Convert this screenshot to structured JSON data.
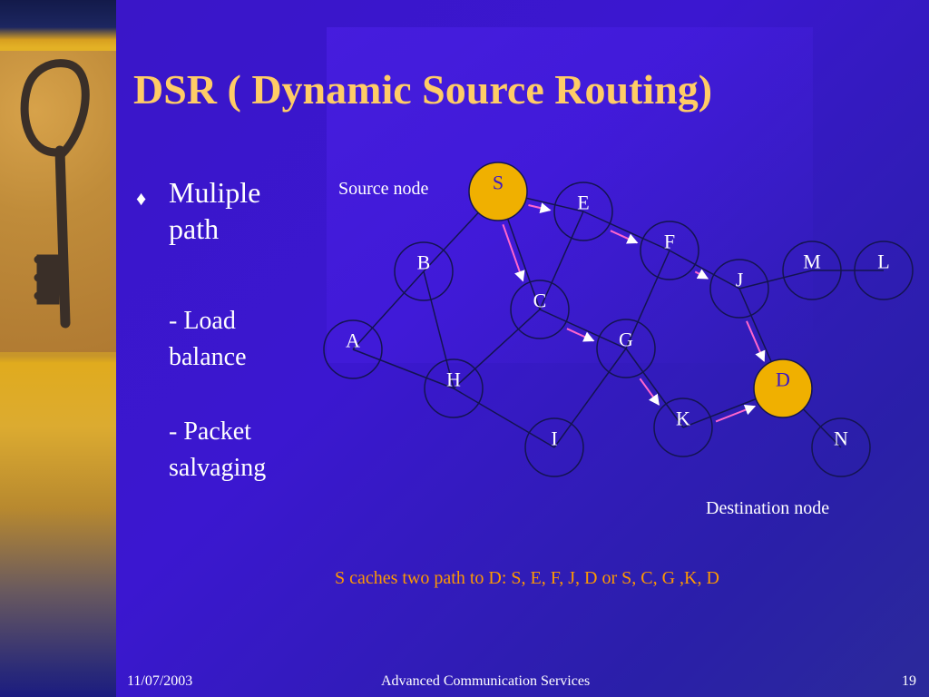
{
  "slide": {
    "title": "DSR ( Dynamic Source Routing)",
    "bullet": {
      "icon": "diamond-bullet",
      "text": "Muliple path",
      "sub1": "- Load balance",
      "sub2": "- Packet salvaging"
    },
    "source_label": "Source node",
    "destination_label": "Destination node",
    "cache_note": "S caches two path to D: S, E, F, J, D or S, C, G ,K, D",
    "footer": {
      "date": "11/07/2003",
      "center": "Advanced Communication Services",
      "page": "19"
    }
  },
  "colors": {
    "background": "#3a16c8",
    "title": "#ffcc66",
    "highlight_node": "#f0b000",
    "arrow": "#ff66cc",
    "note": "#ff9900"
  },
  "nodes": [
    {
      "id": "S",
      "label": "S",
      "highlight": true
    },
    {
      "id": "E",
      "label": "E",
      "highlight": false
    },
    {
      "id": "F",
      "label": "F",
      "highlight": false
    },
    {
      "id": "B",
      "label": "B",
      "highlight": false
    },
    {
      "id": "C",
      "label": "C",
      "highlight": false
    },
    {
      "id": "J",
      "label": "J",
      "highlight": false
    },
    {
      "id": "M",
      "label": "M",
      "highlight": false
    },
    {
      "id": "L",
      "label": "L",
      "highlight": false
    },
    {
      "id": "A",
      "label": "A",
      "highlight": false
    },
    {
      "id": "G",
      "label": "G",
      "highlight": false
    },
    {
      "id": "H",
      "label": "H",
      "highlight": false
    },
    {
      "id": "D",
      "label": "D",
      "highlight": true
    },
    {
      "id": "K",
      "label": "K",
      "highlight": false
    },
    {
      "id": "I",
      "label": "I",
      "highlight": false
    },
    {
      "id": "N",
      "label": "N",
      "highlight": false
    }
  ],
  "edges": [
    [
      "S",
      "E"
    ],
    [
      "S",
      "B"
    ],
    [
      "S",
      "C"
    ],
    [
      "E",
      "F"
    ],
    [
      "E",
      "C"
    ],
    [
      "F",
      "J"
    ],
    [
      "F",
      "G"
    ],
    [
      "B",
      "A"
    ],
    [
      "B",
      "H"
    ],
    [
      "C",
      "H"
    ],
    [
      "C",
      "G"
    ],
    [
      "J",
      "M"
    ],
    [
      "J",
      "D"
    ],
    [
      "M",
      "L"
    ],
    [
      "A",
      "H"
    ],
    [
      "H",
      "I"
    ],
    [
      "G",
      "I"
    ],
    [
      "G",
      "K"
    ],
    [
      "K",
      "D"
    ],
    [
      "D",
      "N"
    ]
  ],
  "arrows": [
    [
      "S",
      "E"
    ],
    [
      "E",
      "F"
    ],
    [
      "F",
      "J"
    ],
    [
      "J",
      "D"
    ],
    [
      "S",
      "C"
    ],
    [
      "C",
      "G"
    ],
    [
      "G",
      "K"
    ],
    [
      "K",
      "D"
    ]
  ]
}
